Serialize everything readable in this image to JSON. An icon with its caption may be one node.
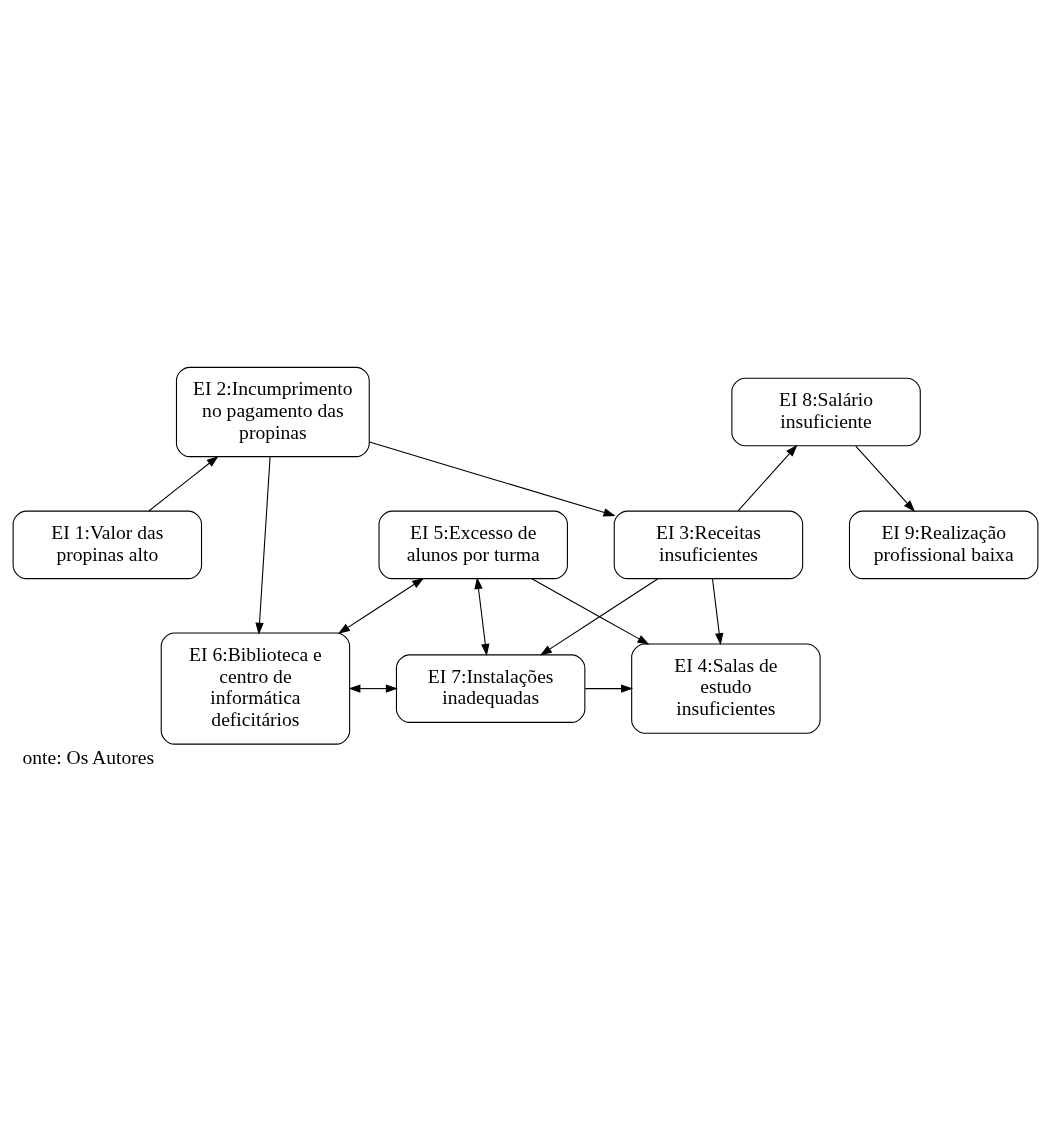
{
  "diagram": {
    "caption": "onte: Os Autores",
    "nodes": [
      {
        "text": [
          "EI 5:Excesso de alunos por turma"
        ]
      },
      {
        "text": [
          "EI 6:Biblioteca e centro de informática deficitários"
        ]
      },
      {
        "text": [
          "EI 7:Instalações inadequadas"
        ]
      },
      {
        "text": [
          "EI 4:Salas de estudo insuficientes"
        ]
      },
      {
        "text": [
          "EI 2:Incumprimento no pagamento das propinas"
        ]
      },
      {
        "text": [
          "EI 8:Salário insuficiente"
        ]
      },
      {
        "text": [
          "EI 3:Receitas insuficientes"
        ]
      },
      {
        "text": [
          "EI 1:Valor das propinas alto"
        ]
      },
      {
        "text": [
          "EI 9:Realização profissional baixa"
        ]
      }
    ],
    "edges": [
      {
        "from": 0,
        "to": 1,
        "arrow": "both"
      },
      {
        "from": 0,
        "to": 2,
        "arrow": "both"
      },
      {
        "from": 0,
        "to": 3,
        "arrow": "to"
      },
      {
        "from": 1,
        "to": 2,
        "arrow": "both"
      },
      {
        "from": 2,
        "to": 3,
        "arrow": "to"
      },
      {
        "from": 6,
        "to": 2,
        "arrow": "to"
      },
      {
        "from": 6,
        "to": 3,
        "arrow": "to"
      },
      {
        "from": 4,
        "to": 1,
        "arrow": "to"
      },
      {
        "from": 4,
        "to": 6,
        "arrow": "to"
      },
      {
        "from": 7,
        "to": 4,
        "arrow": "to"
      },
      {
        "from": 6,
        "to": 5,
        "arrow": "to"
      },
      {
        "from": 5,
        "to": 8,
        "arrow": "to"
      }
    ]
  }
}
